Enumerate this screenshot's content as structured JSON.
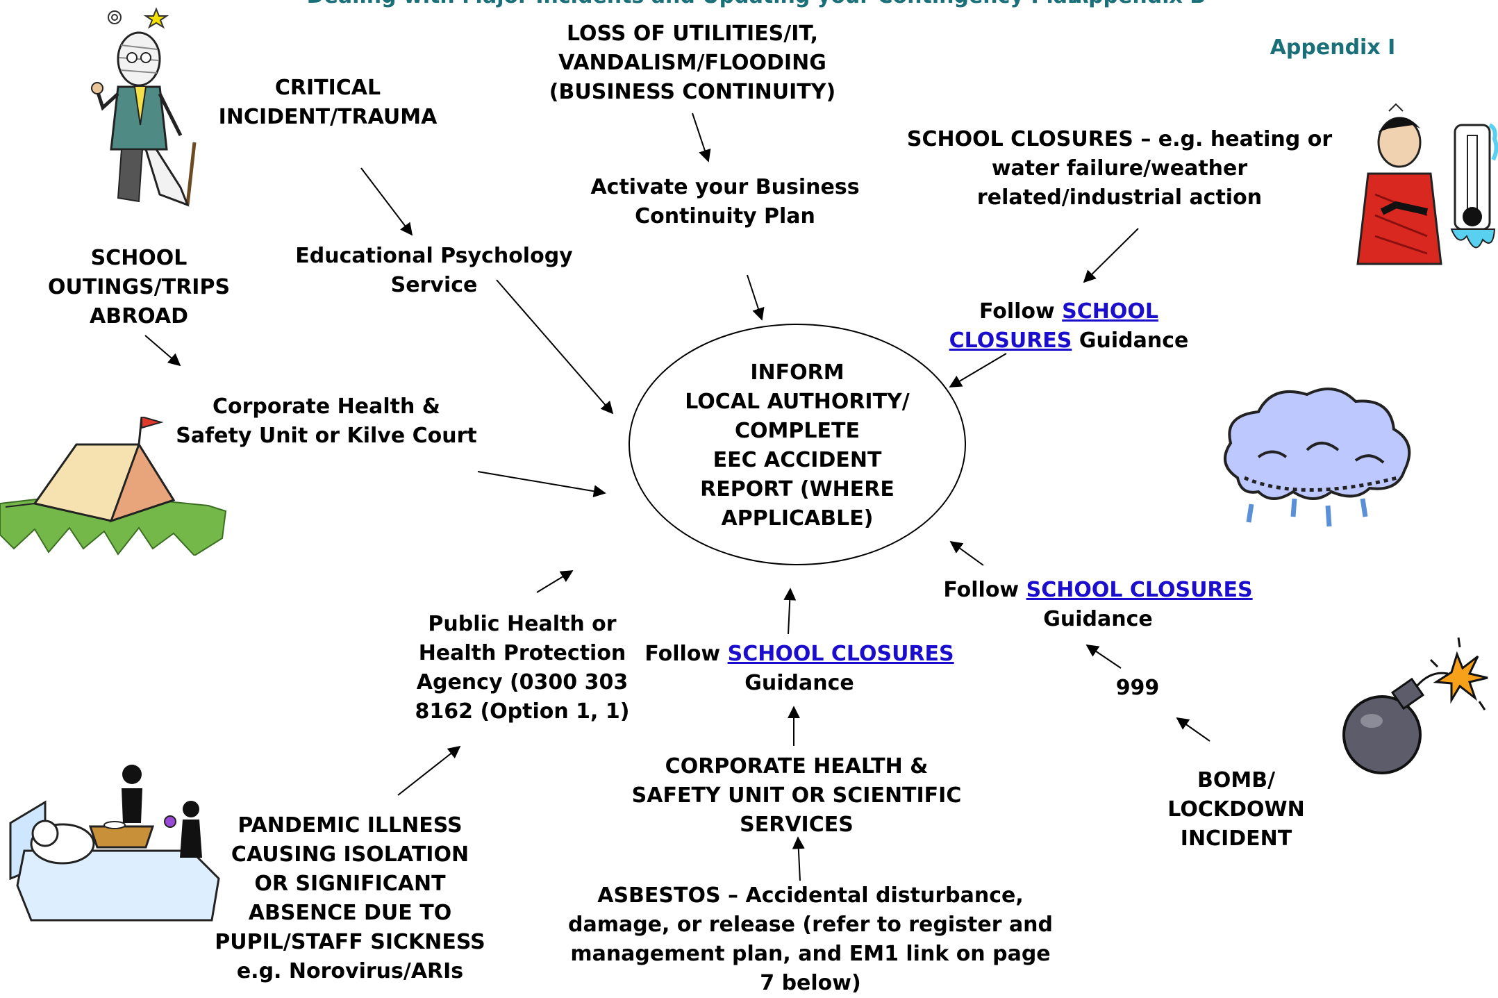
{
  "header": {
    "cut_title": "Dealing with Major Incidents and Updating your Contingency Plan",
    "cut_appendix": "Appendix B",
    "appendix": "Appendix I"
  },
  "center": {
    "lines": [
      "INFORM",
      "LOCAL AUTHORITY/",
      "COMPLETE",
      "EEC ACCIDENT",
      "REPORT (WHERE",
      "APPLICABLE)"
    ]
  },
  "critical": {
    "lines": [
      "CRITICAL",
      "INCIDENT/TRAUMA"
    ]
  },
  "edpsych": {
    "lines": [
      "Educational Psychology",
      "Service"
    ]
  },
  "utilities": {
    "lines": [
      "LOSS OF UTILITIES/IT,",
      "VANDALISM/FLOODING",
      "(BUSINESS CONTINUITY)"
    ]
  },
  "bcp": {
    "lines": [
      "Activate your Business",
      "Continuity Plan"
    ]
  },
  "closures_cause": {
    "lines": [
      "SCHOOL CLOSURES – e.g. heating or",
      "water failure/weather",
      "related/industrial action"
    ]
  },
  "follow_top": {
    "follow": "Follow",
    "link1": "SCHOOL",
    "link2": "CLOSURES",
    "guidance": "Guidance"
  },
  "trips": {
    "lines": [
      "SCHOOL",
      "OUTINGS/TRIPS",
      "ABROAD"
    ]
  },
  "corporate_hs": {
    "lines": [
      "Corporate Health &",
      "Safety Unit or Kilve Court"
    ]
  },
  "public_health": {
    "lines": [
      "Public Health or",
      "Health Protection",
      "Agency (0300 303",
      "8162 (Option 1, 1)"
    ]
  },
  "follow_mid": {
    "follow": "Follow",
    "link": "SCHOOL CLOSURES",
    "guidance": "Guidance"
  },
  "follow_right": {
    "follow": "Follow",
    "link": "SCHOOL CLOSURES",
    "guidance": "Guidance"
  },
  "phone_999": "999",
  "bomb": {
    "lines": [
      "BOMB/",
      "LOCKDOWN",
      "INCIDENT"
    ]
  },
  "corporate_sci": {
    "lines": [
      "CORPORATE HEALTH &",
      "SAFETY UNIT OR SCIENTIFIC",
      "SERVICES"
    ]
  },
  "pandemic": {
    "lines": [
      "PANDEMIC ILLNESS",
      "CAUSING ISOLATION",
      "OR SIGNIFICANT",
      "ABSENCE DUE TO",
      "PUPIL/STAFF SICKNESS",
      "e.g. Norovirus/ARIs"
    ]
  },
  "asbestos": {
    "lines": [
      "ASBESTOS – Accidental disturbance,",
      "damage, or release (refer to register and",
      "management plan, and EM1 link on page",
      "7 below)"
    ]
  },
  "colors": {
    "teal": "#1a6f78",
    "link": "#1a0dcc"
  }
}
